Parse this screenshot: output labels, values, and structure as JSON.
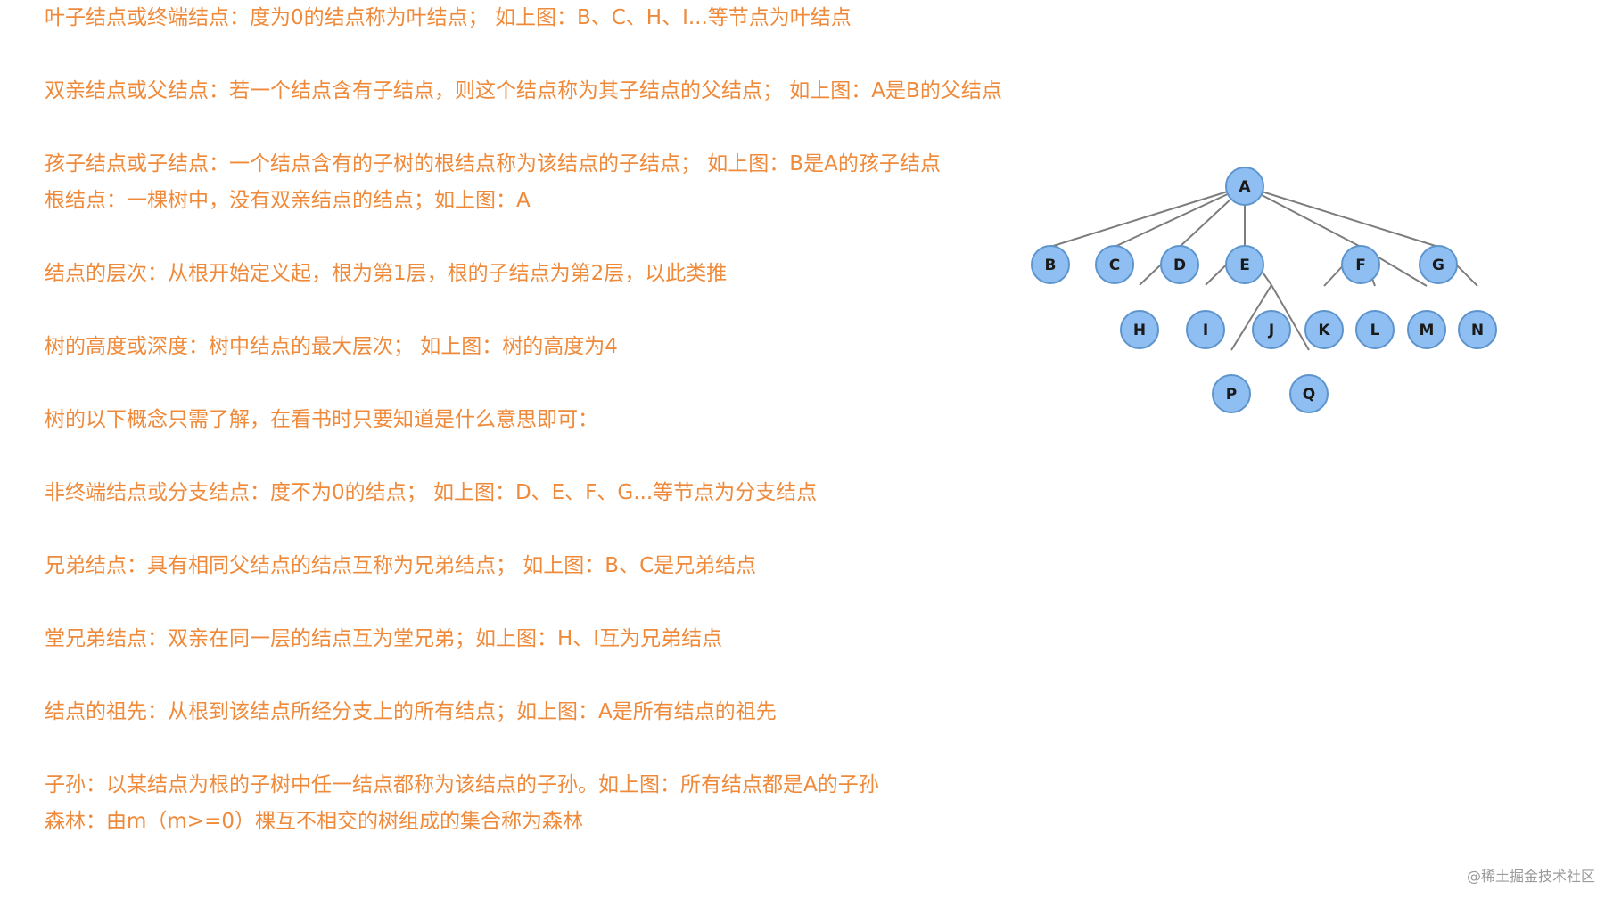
{
  "definitions": {
    "leaf": "叶子结点或终端结点：度为0的结点称为叶结点；  如上图：B、C、H、I...等节点为叶结点",
    "parent": "双亲结点或父结点：若一个结点含有子结点，则这个结点称为其子结点的父结点；  如上图：A是B的父结点",
    "child": "孩子结点或子结点：一个结点含有的子树的根结点称为该结点的子结点；  如上图：B是A的孩子结点",
    "root": "根结点：一棵树中，没有双亲结点的结点；如上图：A",
    "level": "结点的层次：从根开始定义起，根为第1层，根的子结点为第2层，以此类推",
    "height": "树的高度或深度：树中结点的最大层次；  如上图：树的高度为4",
    "intro": "树的以下概念只需了解，在看书时只要知道是什么意思即可：",
    "branch": "非终端结点或分支结点：度不为0的结点；  如上图：D、E、F、G...等节点为分支结点",
    "sibling": "兄弟结点：具有相同父结点的结点互称为兄弟结点；  如上图：B、C是兄弟结点",
    "cousin": "堂兄弟结点：双亲在同一层的结点互为堂兄弟；如上图：H、I互为兄弟结点",
    "ancestor": "结点的祖先：从根到该结点所经分支上的所有结点；如上图：A是所有结点的祖先",
    "descendant": "子孙：以某结点为根的子树中任一结点都称为该结点的子孙。如上图：所有结点都是A的子孙",
    "forest": "森林：由m（m>=0）棵互不相交的树组成的集合称为森林"
  },
  "tree": {
    "nodes": {
      "a": "A",
      "b": "B",
      "c": "C",
      "d": "D",
      "e": "E",
      "f": "F",
      "g": "G",
      "h": "H",
      "i": "I",
      "j": "J",
      "k": "K",
      "l": "L",
      "m": "M",
      "n": "N",
      "p": "P",
      "q": "Q"
    },
    "edges": [
      [
        "A",
        "B"
      ],
      [
        "A",
        "C"
      ],
      [
        "A",
        "D"
      ],
      [
        "A",
        "E"
      ],
      [
        "A",
        "F"
      ],
      [
        "A",
        "G"
      ],
      [
        "D",
        "H"
      ],
      [
        "E",
        "I"
      ],
      [
        "E",
        "J"
      ],
      [
        "J",
        "P"
      ],
      [
        "J",
        "Q"
      ],
      [
        "F",
        "K"
      ],
      [
        "F",
        "L"
      ],
      [
        "F",
        "M"
      ],
      [
        "G",
        "N"
      ]
    ],
    "node_fill": "#8fbff2",
    "node_stroke": "#5e94cc"
  },
  "watermark": "@稀土掘金技术社区",
  "colors": {
    "text": "#ef8a3b",
    "edge": "#7d7d7d"
  }
}
